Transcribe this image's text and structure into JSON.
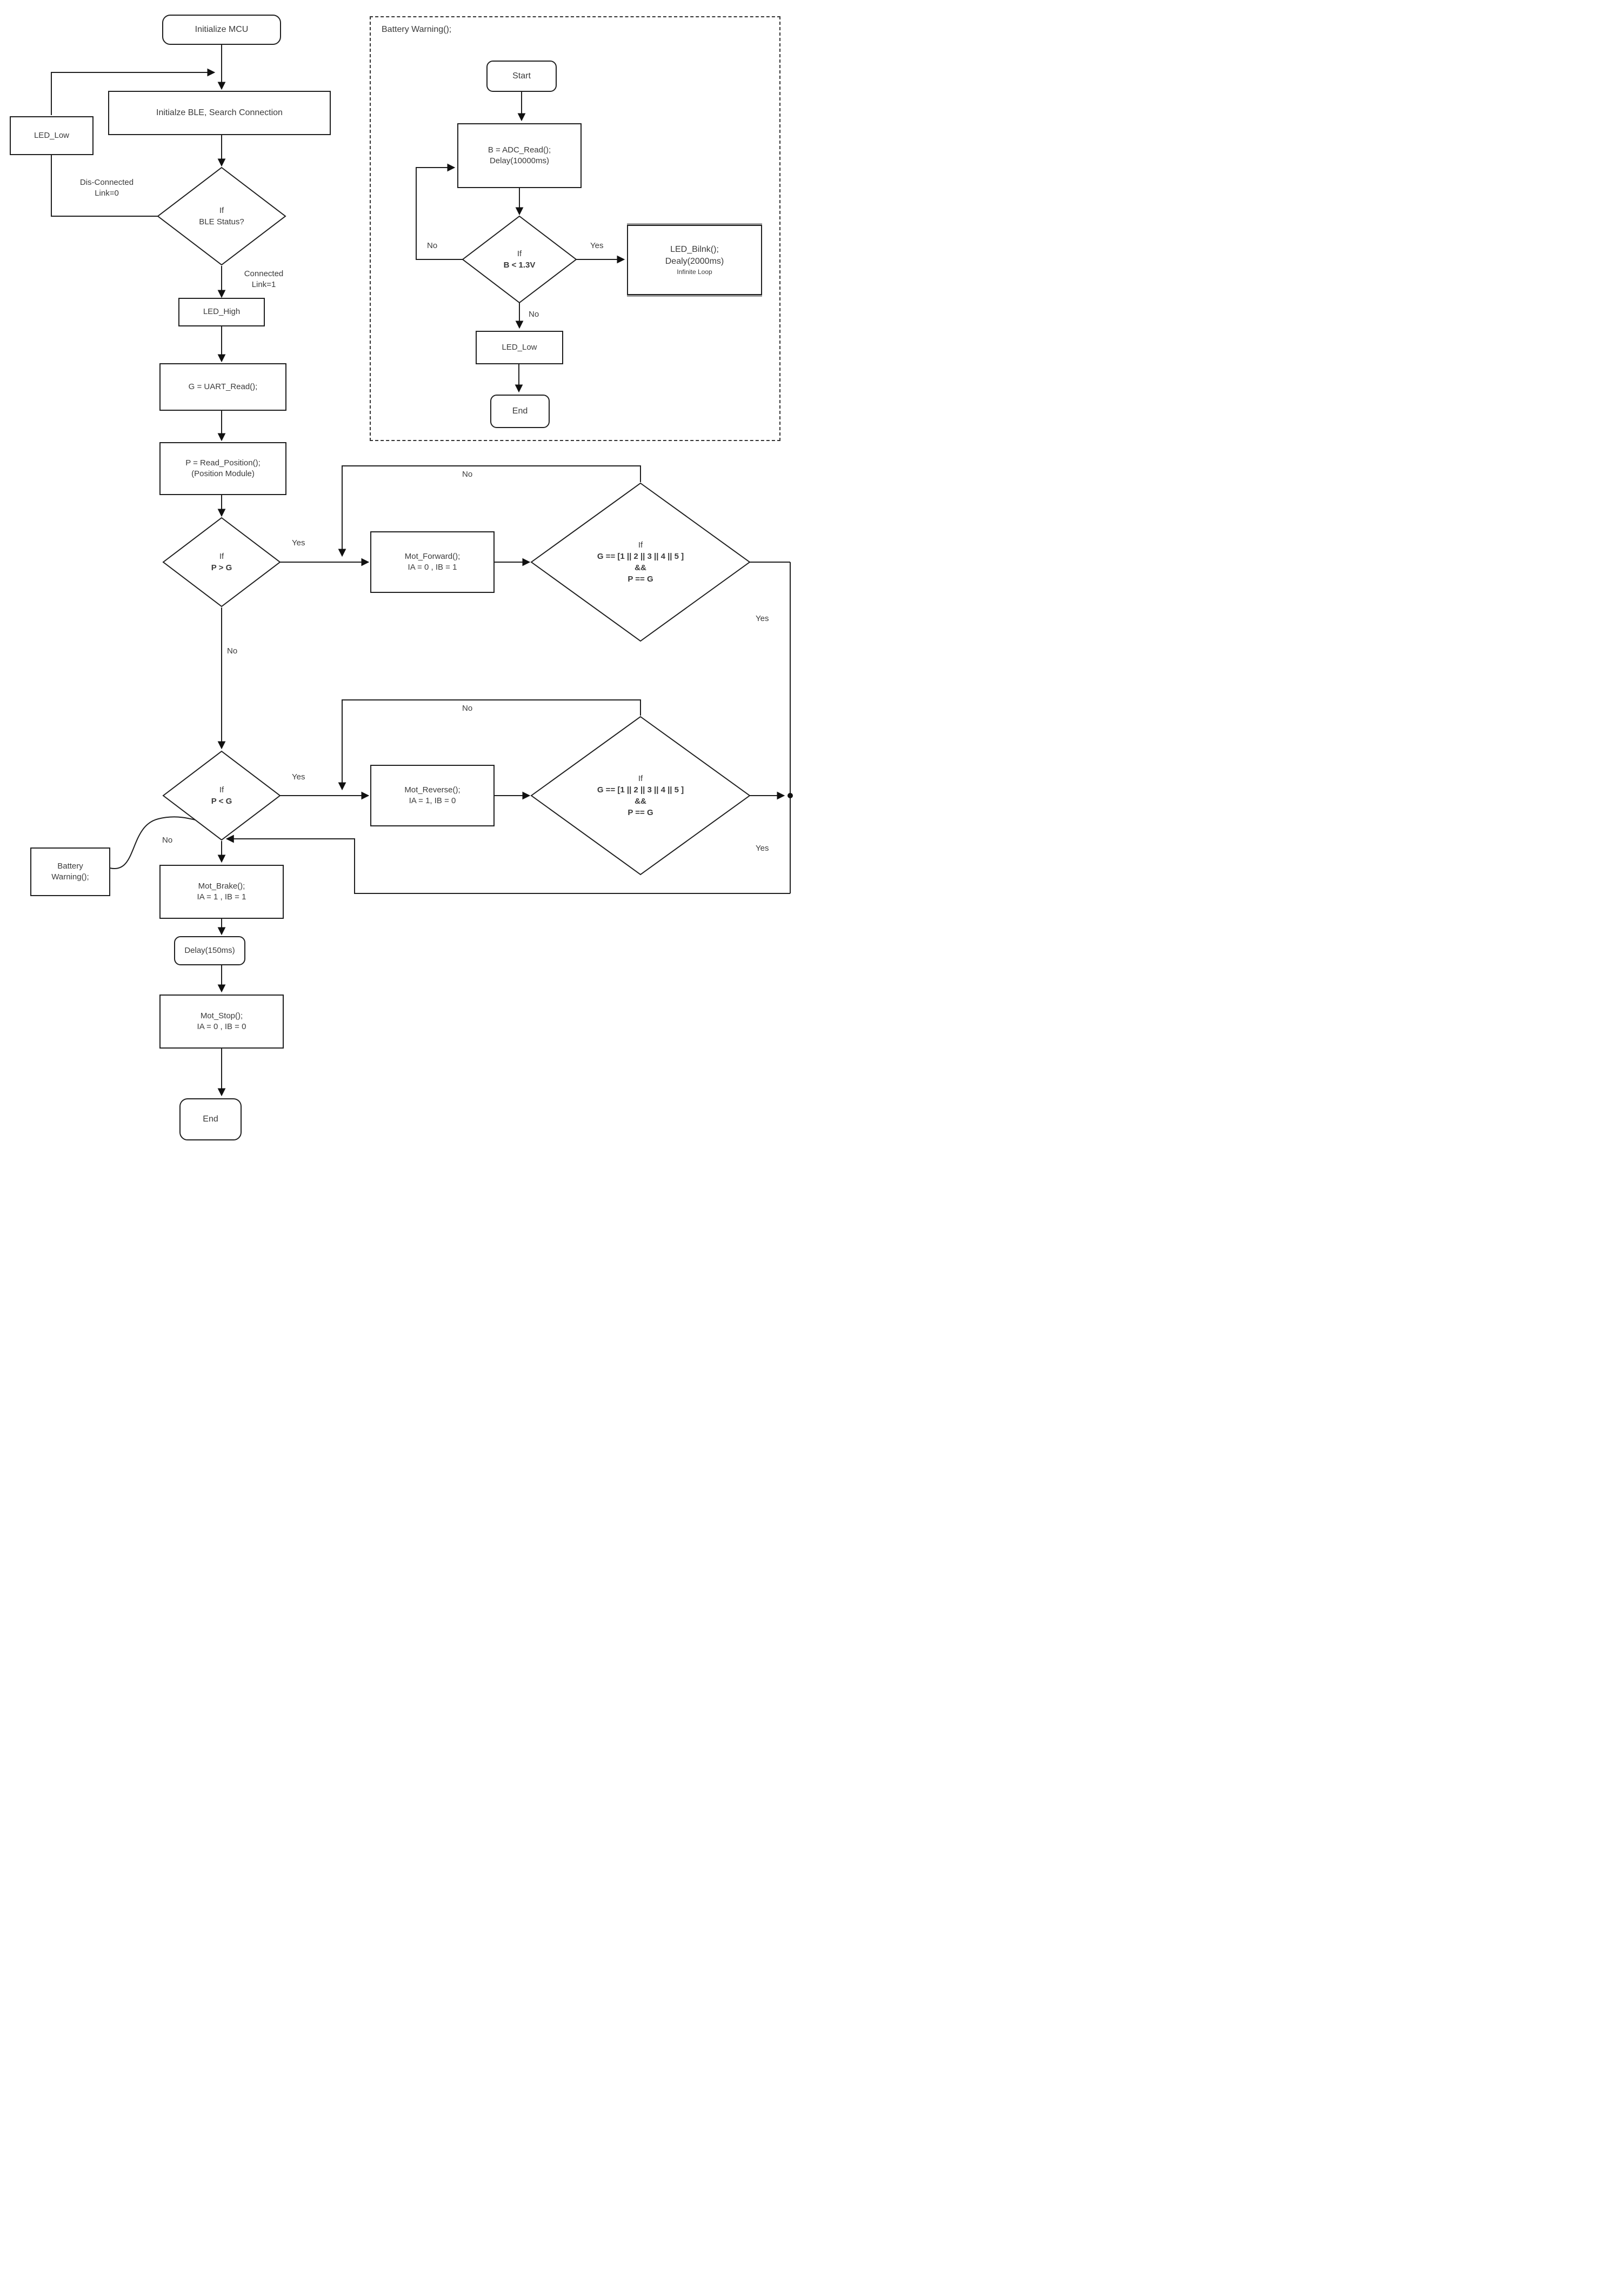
{
  "colors": {
    "line": "#1f1f1f",
    "text": "#3a3a3a",
    "background": "#ffffff"
  },
  "labels": {
    "yes": "Yes",
    "no": "No"
  },
  "main": {
    "init_mcu": "Initialize MCU",
    "ble_init": "Initialze BLE, Search Connection",
    "led_low": "LED_Low",
    "ble_status_l1": "If",
    "ble_status_l2": "BLE Status?",
    "dis_connected_l1": "Dis-Connected",
    "dis_connected_l2": "Link=0",
    "connected_l1": "Connected",
    "connected_l2": "Link=1",
    "led_high": "LED_High",
    "uart": "G = UART_Read();",
    "pos_l1": "P = Read_Position();",
    "pos_l2": "(Position Module)",
    "p_gt_l1": "If",
    "p_gt_l2": "P > G",
    "mot_fwd_l1": "Mot_Forward();",
    "mot_fwd_l2": "IA = 0 , IB = 1",
    "gcheck_l1": "If",
    "gcheck_l2": "G == [1 || 2 || 3 || 4 || 5 ]",
    "gcheck_l3": "&&",
    "gcheck_l4": "P == G",
    "p_lt_l1": "If",
    "p_lt_l2": "P < G",
    "mot_rev_l1": "Mot_Reverse();",
    "mot_rev_l2": "IA = 1, IB = 0",
    "battery_l1": "Battery",
    "battery_l2": "Warning();",
    "brake_l1": "Mot_Brake();",
    "brake_l2": "IA = 1 , IB = 1",
    "delay": "Delay(150ms)",
    "stop_l1": "Mot_Stop();",
    "stop_l2": "IA = 0 , IB = 0",
    "end": "End"
  },
  "subroutine": {
    "title": "Battery Warning();",
    "start": "Start",
    "adc_l1": "B = ADC_Read();",
    "adc_l2": "Delay(10000ms)",
    "bcheck_l1": "If",
    "bcheck_l2": "B < 1.3V",
    "blink_l1": "LED_Bilnk();",
    "blink_l2": "Dealy(2000ms)",
    "blink_l3": "Infinite Loop",
    "led_low": "LED_Low",
    "end": "End"
  }
}
